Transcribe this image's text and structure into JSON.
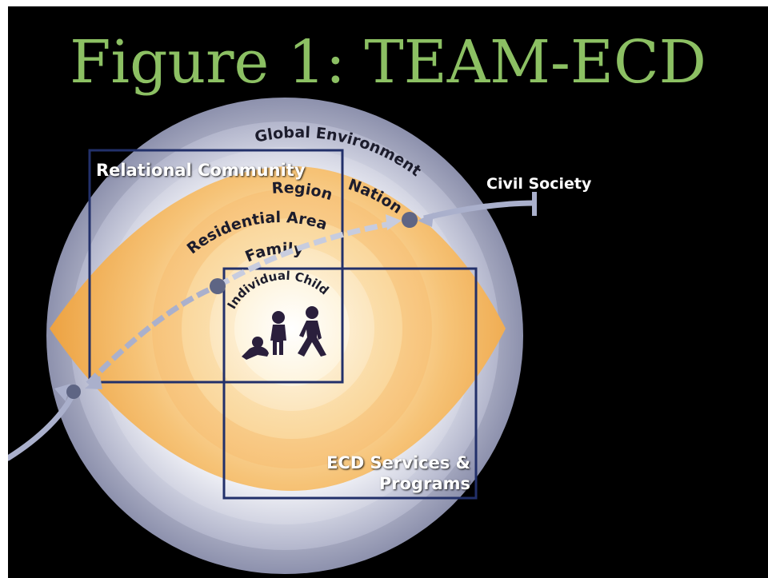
{
  "slide": {
    "title": "Figure  1: TEAM-ECD"
  },
  "rings": {
    "global_environment": "Global Environment",
    "nation": "Nation",
    "region": "Region",
    "residential_area": "Residential Area",
    "family": "Family",
    "individual_child": "Individual Child"
  },
  "boxes": {
    "relational_community": "Relational Community",
    "ecd_services_line1": "ECD Services &",
    "ecd_services_line2": "Programs"
  },
  "civil_society": "Civil Society",
  "icons": [
    "infant-icon",
    "standing-child-icon",
    "walking-child-icon"
  ],
  "colors": {
    "background": "#000000",
    "title": "#8cc063",
    "box_stroke": "#22306a",
    "orange": "#f1a94a",
    "arrow": "#aab0cc",
    "node": "#5e6584"
  }
}
